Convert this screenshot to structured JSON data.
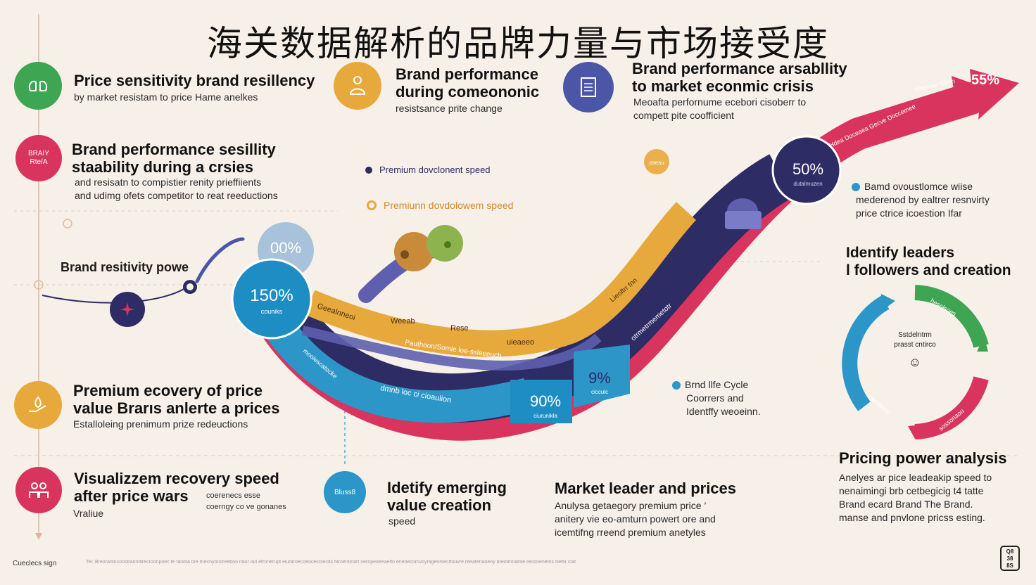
{
  "title": "海关数据解析的品牌力量与市场接受度",
  "colors": {
    "green": "#3ea552",
    "orange": "#e8a93c",
    "navy": "#4b57a6",
    "pink": "#d9345e",
    "blue": "#2c96c8",
    "dark": "#2d2c64",
    "magenta": "#c93b6f"
  },
  "left_blocks": [
    {
      "title": "Price sensitivity brand resillency",
      "subtitle": "by market resistam to price Hame anelkes",
      "icon": "lungs-icon"
    },
    {
      "title_lines": [
        "Brand performance  sesillity",
        "staability during a crsies"
      ],
      "body_lines": [
        "and resisatn to compistier renity prieffiients",
        "and udimg ofets competitor to reat reeductions"
      ],
      "icon_text_lines": [
        "BRAIY",
        "Rte/A"
      ]
    },
    {
      "label": "Brand resitivity powe"
    },
    {
      "title_lines": [
        "Premium ecovery of price",
        "value Brarıs  anlerte a prices"
      ],
      "body": "Estalloleing prenimum prize redeuctions",
      "icon": "hand-icon"
    },
    {
      "title_lines": [
        "Visualizzem recovery speed",
        "after price wars"
      ],
      "body": "Vraliue",
      "side_lines": [
        "coerenecs esse",
        "coerngy co ve gonanes"
      ],
      "icon": "people-icon"
    }
  ],
  "top_blocks": [
    {
      "title_lines": [
        "Brand performance",
        "during comeononic"
      ],
      "body": "resistsance prite change",
      "icon": "figure-icon"
    },
    {
      "title_lines": [
        "Brand performance arsabllity",
        "to market econmic crisis"
      ],
      "body_lines": [
        "Meoafta perfornume ecebori cisoberr to",
        "compett pite coofficient"
      ],
      "icon": "document-icon"
    }
  ],
  "legend_items": [
    "Premium dovclonent speed",
    "Premiunn dovdolowem speed"
  ],
  "wave_bubbles": {
    "b1": "00%",
    "b2_value": "150%",
    "b2_label": "couniks",
    "b3_value": "50%",
    "b3_label": "dutalmuzen",
    "b4_value": "90%",
    "b4_label": "ciurunikla",
    "b5_value": "9%",
    "b5_label": "cicculc",
    "arrow_value": "55%",
    "small_badge": "osesu"
  },
  "band_labels": {
    "orange_1": "Geealnneoi",
    "orange_2": "Weeab",
    "orange_3": "Rese",
    "orange_4": "uieaeeo",
    "orange_up": "Lieoltrr fnn",
    "purple_1": "Pauthoon/Somie loe-ssleeeuch",
    "purple_2": "dmnb  loc ci cioaulion",
    "purple_up": "otrmetrmemetotr",
    "blue_1": "mooiescatocke",
    "top_red": "Hdea Doceaea Gecve Doccemee",
    "top_red2": "cenenae Gimn"
  },
  "right_blocks": {
    "note1_lines": [
      "Bamd ovoustlomce wiise",
      "mederenod by ealtrer resnvirty",
      "price ctrice icoestion Ifar"
    ],
    "leaders_lines": [
      "Identify leaders",
      "l followers and creation"
    ],
    "cycle_center_lines": [
      "Sstdelntrm",
      "prasst cntirco"
    ],
    "cycle_seg1": "hesolsoes",
    "cycle_seg2": "eiecelonu",
    "cycle_seg3": "sossonaou",
    "lifecycle_lines": [
      "Brnd llfe Cycle",
      "Coorrers  and",
      "Identffy weoeinn."
    ],
    "pricing_title": "Pricing power analysis",
    "pricing_lines": [
      "Anelyes  ar pice leadeakip speed to",
      "nenaimingi brb cetbegicig t4 tatte",
      "Brand ecard Brand The Brand.",
      "manse and pnvlone pricss esting."
    ]
  },
  "bottom_blocks": [
    {
      "title_lines": [
        "Idetify emerging",
        "value creation"
      ],
      "body": "speed",
      "badge": "Bluss8"
    },
    {
      "title": "Market leader and prices",
      "body_lines": [
        "Anulysa  getaegory premium price ’",
        "anitery vie eo-amturn powert ore and",
        "icemtifng rreend premium anetyles"
      ]
    }
  ],
  "footer": {
    "left": "Cueclecs sign",
    "note": "Tel: Breorantoconstranmfirecroonpoec fe tanma bre tnecnyonoreeboo raiur in/I efronerupt eiuraroecoeocesrsecits faroentiroirt nernpeaeeaelto eneoecorcvoyrageorsecrboivre reeatenaoeoy breotmnalnle reoonenetns trettir stat",
    "qr_lines": [
      "Q8",
      "38",
      "8S"
    ]
  }
}
